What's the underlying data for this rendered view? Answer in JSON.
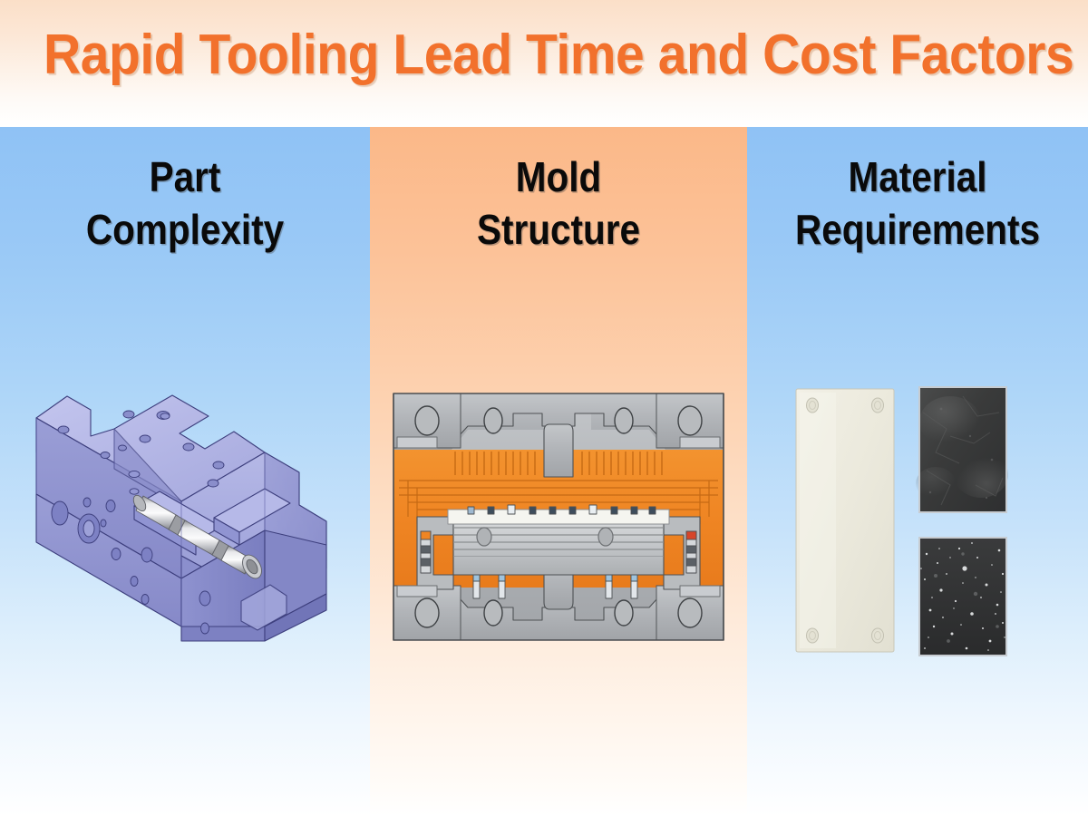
{
  "header": {
    "title": "Rapid Tooling Lead Time and Cost Factors",
    "title_color": "#f2712c",
    "background": "peach-to-white gradient"
  },
  "columns": [
    {
      "id": "part-complexity",
      "title": "Part\nComplexity",
      "title_color": "#0a0a0a",
      "background_color": "#8fc2f5",
      "background_style": "blue gradient fading to white",
      "figure": {
        "name": "cad-part-isometric",
        "description": "Isometric CAD render of a machined bracket with a stepped cylindrical shaft",
        "body_color": "#9b9fd4",
        "body_highlight": "#b9bce6",
        "body_shadow": "#7073b8",
        "shaft_color": "#cfd0d6",
        "edge_color": "#3a3c78"
      }
    },
    {
      "id": "mold-structure",
      "title": "Mold\nStructure",
      "title_color": "#0a0a0a",
      "background_color": "#fbb888",
      "background_style": "peach gradient fading to white",
      "figure": {
        "name": "mold-cross-section",
        "description": "Cross-section view of an injection mold: gray steel frame with four corner guide bushings, orange cavity plates with cooling ribs, and a ribbed silver core insert",
        "frame_color": "#b3b6b9",
        "frame_shadow": "#95989c",
        "cavity_color": "#f08a28",
        "cavity_shadow": "#d9741a",
        "insert_color": "#c6c9cc",
        "insert_light": "#f2f2ee",
        "accent_blue": "#7ea8cf",
        "edge_color": "#4a4d50"
      }
    },
    {
      "id": "material-requirements",
      "title": "Material\nRequirements",
      "title_color": "#0a0a0a",
      "background_color": "#8fc2f5",
      "background_style": "blue gradient fading to white",
      "figure": {
        "name": "material-samples",
        "description": "Three material coupons: a tall cream plastic plate with four corner screw bosses, a dark smooth composite square, and a dark speckled composite square",
        "samples": [
          {
            "name": "cream-plastic-plate",
            "color": "#eeece0",
            "shape": "tall rectangle",
            "features": "four corner screw holes"
          },
          {
            "name": "dark-smooth-panel",
            "color": "#3b3c3c",
            "shape": "rectangle",
            "features": "smooth mottled surface"
          },
          {
            "name": "dark-speckled-panel",
            "color": "#323334",
            "shape": "rectangle",
            "features": "white speckle texture"
          }
        ]
      }
    }
  ]
}
